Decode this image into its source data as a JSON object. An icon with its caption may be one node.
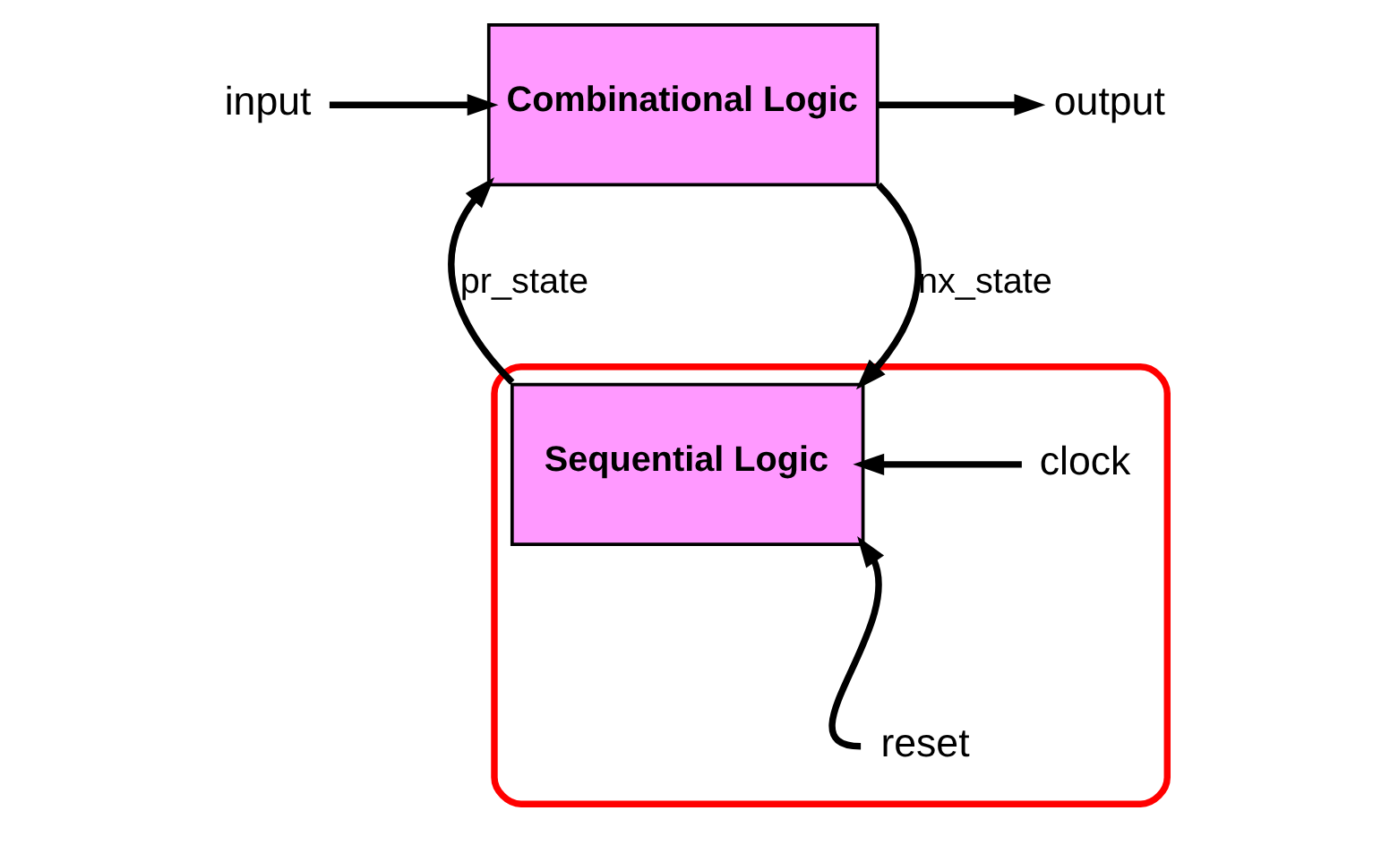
{
  "diagram": {
    "nodes": [
      {
        "text": [
          "input"
        ]
      },
      {
        "text": [
          "Combinational Logic"
        ]
      },
      {
        "text": [
          "output"
        ]
      },
      {
        "text": [],
        "shape": "ellipse"
      },
      {
        "text": [
          "Sequential Logic"
        ],
        "in": 3
      },
      {
        "text": [
          "clock"
        ],
        "in": 3
      },
      {
        "text": [
          "reset"
        ],
        "in": 3
      }
    ],
    "edges": [
      {
        "from": 0,
        "to": 1,
        "arrow": "to"
      },
      {
        "from": 1,
        "to": 2,
        "arrow": "to"
      },
      {
        "from": 1,
        "to": 4,
        "arrow": "to",
        "label": "nx_state"
      },
      {
        "from": 4,
        "to": 1,
        "arrow": "to",
        "label": "pr_state"
      },
      {
        "from": 5,
        "to": 4,
        "arrow": "to"
      },
      {
        "from": 6,
        "to": 4,
        "arrow": "to"
      }
    ]
  }
}
